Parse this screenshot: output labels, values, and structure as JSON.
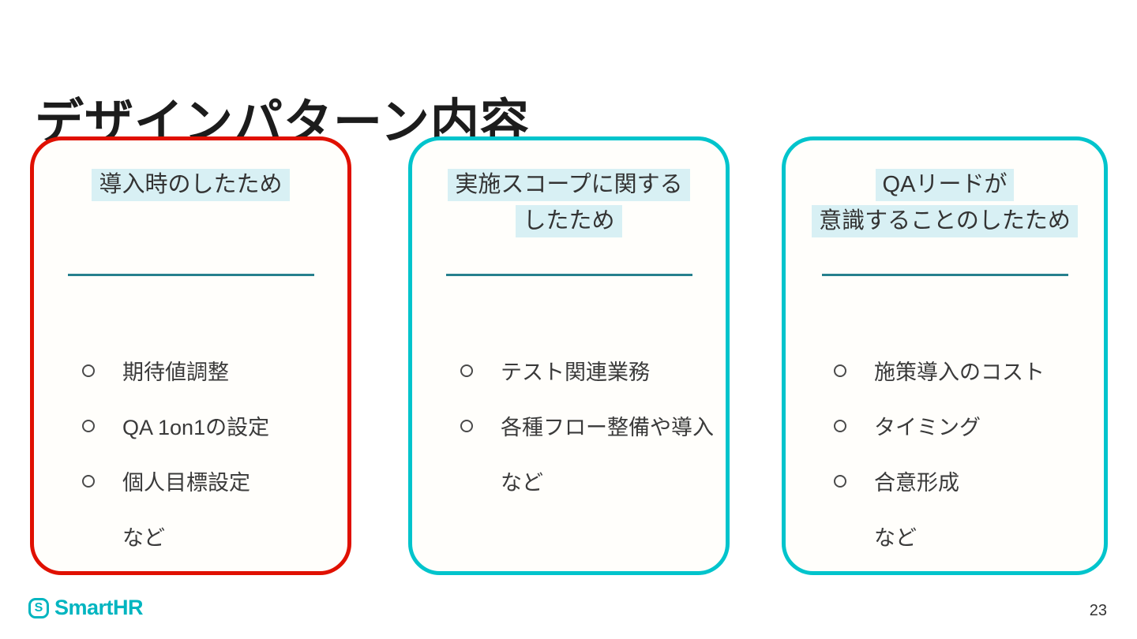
{
  "slide": {
    "title": "デザインパターン内容",
    "page_number": "23"
  },
  "footer": {
    "logo_badge": "S",
    "logo_text": "SmartHR"
  },
  "colors": {
    "card1_border": "#e01000",
    "card2_border": "#00c4cc",
    "card3_border": "#00c4cc",
    "header_highlight": "#d8f0f4",
    "header_underline": "#26808e",
    "body_text": "#3a3a3a",
    "logo_teal": "#00b5c0"
  },
  "cards": [
    {
      "title_lines": [
        "導入時のしたため"
      ],
      "items": [
        "期待値調整",
        "QA 1on1の設定",
        "個人目標設定"
      ],
      "suffix": "など"
    },
    {
      "title_lines": [
        "実施スコープに関する",
        "したため"
      ],
      "items": [
        "テスト関連業務",
        "各種フロー整備や導入"
      ],
      "suffix": "など"
    },
    {
      "title_lines": [
        "QAリードが",
        "意識することのしたため"
      ],
      "items": [
        "施策導入のコスト",
        "タイミング",
        "合意形成"
      ],
      "suffix": "など"
    }
  ]
}
